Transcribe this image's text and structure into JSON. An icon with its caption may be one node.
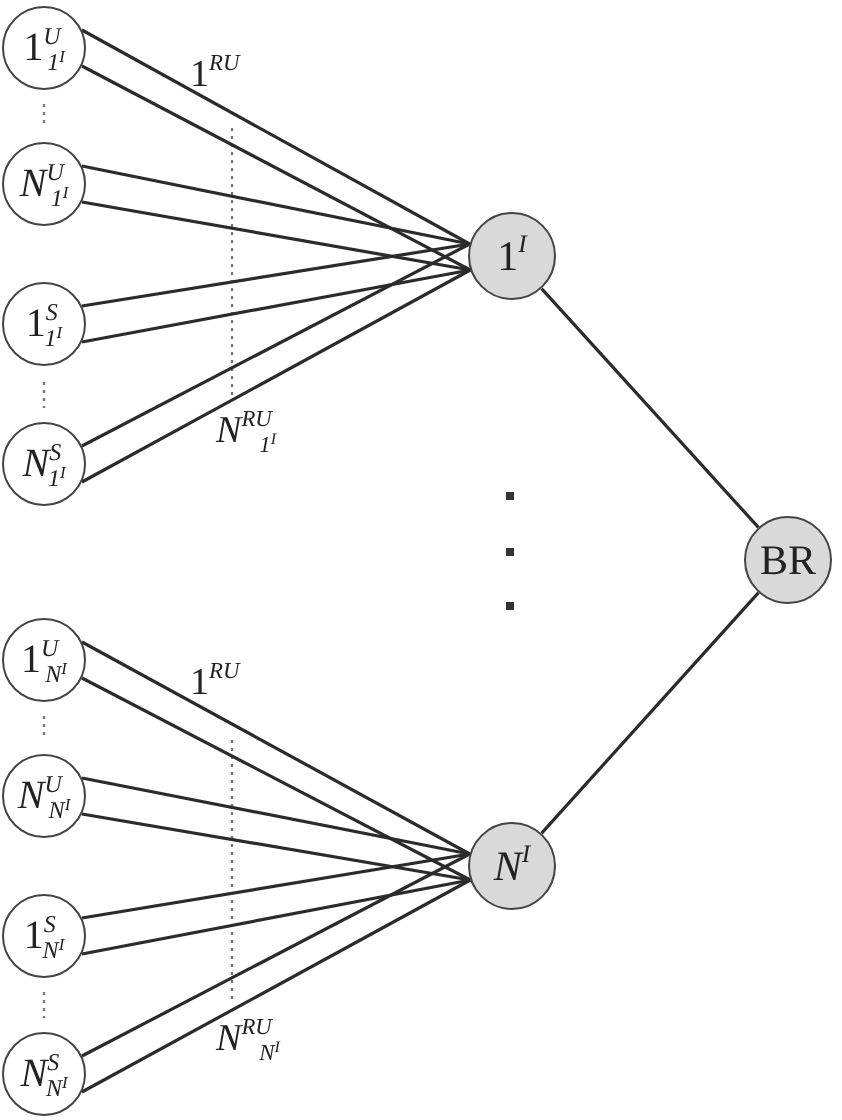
{
  "diagram": {
    "nodes": [
      {
        "text": [
          "1$^{U}$$_{1}$$^{I}$"
        ]
      },
      {
        "text": [
          "*N*$^{U}$$_{1}$$^{I}$"
        ]
      },
      {
        "text": [
          "1$^{S}$$_{1}$$^{I}$"
        ]
      },
      {
        "text": [
          "*N*$^{S}$$_{1}$$^{I}$"
        ]
      },
      {
        "text": [
          "1$^{I}$"
        ]
      },
      {
        "text": [
          "1$^{U}$$_{N}$$^{I}$"
        ]
      },
      {
        "text": [
          "*N*$^{U}$$_{N}$$^{I}$"
        ]
      },
      {
        "text": [
          "1$^{S}$$_{N}$$^{I}$"
        ]
      },
      {
        "text": [
          "*N*$^{S}$$_{N}$$^{I}$"
        ]
      },
      {
        "text": [
          "*N*$^{I}$"
        ]
      },
      {
        "text": [
          "BR"
        ]
      }
    ],
    "edges": [
      {
        "from": 0,
        "to": 4,
        "arrow": "none"
      },
      {
        "from": 0,
        "to": 4,
        "arrow": "none"
      },
      {
        "from": 1,
        "to": 4,
        "arrow": "none"
      },
      {
        "from": 1,
        "to": 4,
        "arrow": "none"
      },
      {
        "from": 2,
        "to": 4,
        "arrow": "none"
      },
      {
        "from": 2,
        "to": 4,
        "arrow": "none"
      },
      {
        "from": 3,
        "to": 4,
        "arrow": "none"
      },
      {
        "from": 3,
        "to": 4,
        "arrow": "none"
      },
      {
        "from": 5,
        "to": 9,
        "arrow": "none"
      },
      {
        "from": 5,
        "to": 9,
        "arrow": "none"
      },
      {
        "from": 6,
        "to": 9,
        "arrow": "none"
      },
      {
        "from": 6,
        "to": 9,
        "arrow": "none"
      },
      {
        "from": 7,
        "to": 9,
        "arrow": "none"
      },
      {
        "from": 7,
        "to": 9,
        "arrow": "none"
      },
      {
        "from": 8,
        "to": 9,
        "arrow": "none"
      },
      {
        "from": 8,
        "to": 9,
        "arrow": "none"
      },
      {
        "from": 4,
        "to": 10,
        "arrow": "none"
      },
      {
        "from": 9,
        "to": 10,
        "arrow": "none"
      }
    ],
    "labels": [
      "1$^{RU}$",
      "*N*$^{RU}$$_{1}$$^{I}$",
      "1$^{RU}$",
      "*N*$^{RU}$$_{N}$$^{I}$"
    ]
  }
}
